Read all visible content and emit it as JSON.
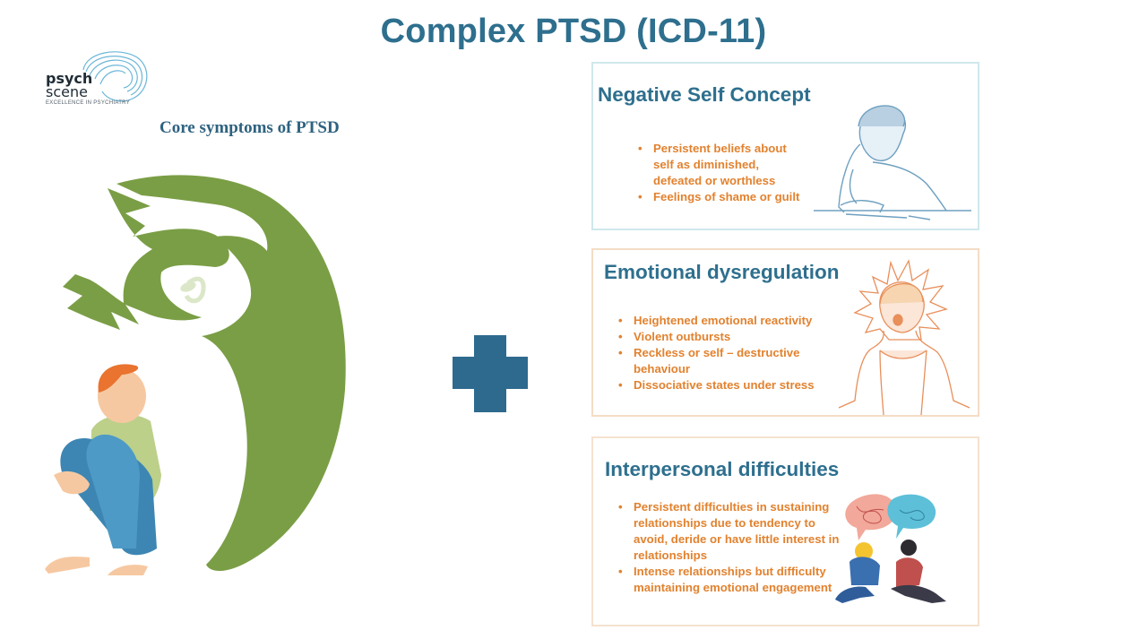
{
  "title": "Complex PTSD (ICD-11)",
  "logo": {
    "word1": "psych",
    "word2": "scene",
    "tagline": "EXCELLENCE IN PSYCHIATRY"
  },
  "core_label": "Core symptoms of PTSD",
  "colors": {
    "accent_blue": "#2e6f8e",
    "bullet_orange": "#e2822f",
    "ghost_green": "#7a9e45"
  },
  "boxes": [
    {
      "title": "Negative Self Concept",
      "items": [
        "Persistent beliefs about self as diminished, defeated or worthless",
        "Feelings of shame or guilt"
      ],
      "icon": "person-head-in-hand-icon"
    },
    {
      "title": "Emotional dysregulation",
      "items": [
        "Heightened emotional reactivity",
        "Violent outbursts",
        "Reckless or self – destructive behaviour",
        "Dissociative states under stress"
      ],
      "icon": "screaming-woman-icon"
    },
    {
      "title": "Interpersonal difficulties",
      "items": [
        "Persistent difficulties in sustaining relationships due to tendency to avoid, deride or have little interest in relationships",
        "Intense relationships but difficulty maintaining emotional engagement"
      ],
      "icon": "two-people-speech-bubbles-icon"
    }
  ]
}
